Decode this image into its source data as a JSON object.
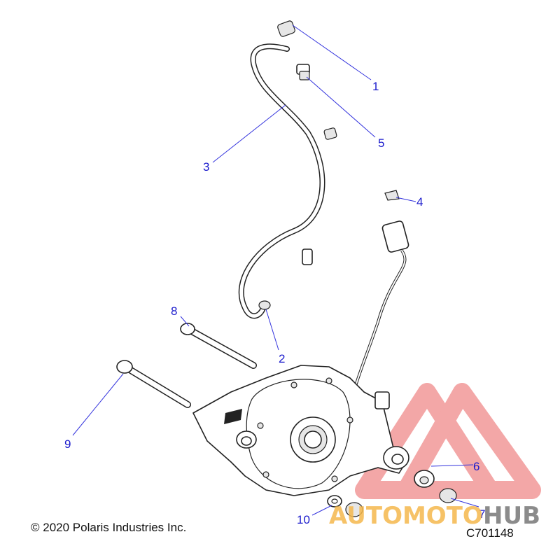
{
  "callouts": [
    {
      "id": "1",
      "label": "1"
    },
    {
      "id": "2",
      "label": "2"
    },
    {
      "id": "3",
      "label": "3"
    },
    {
      "id": "4",
      "label": "4"
    },
    {
      "id": "5",
      "label": "5"
    },
    {
      "id": "6",
      "label": "6"
    },
    {
      "id": "7",
      "label": "7"
    },
    {
      "id": "8",
      "label": "8"
    },
    {
      "id": "9",
      "label": "9"
    },
    {
      "id": "10",
      "label": "10"
    }
  ],
  "copyright": "© 2020 Polaris Industries Inc.",
  "diagram_code": "C701148",
  "watermark": {
    "part1": "AUTOMOTO",
    "part2": "HUB",
    "color_accent": "#f08a8a",
    "color_text1": "#f5b84d",
    "color_text2": "#777777"
  },
  "colors": {
    "callout": "#1a1acc",
    "line_art": "#222222"
  }
}
